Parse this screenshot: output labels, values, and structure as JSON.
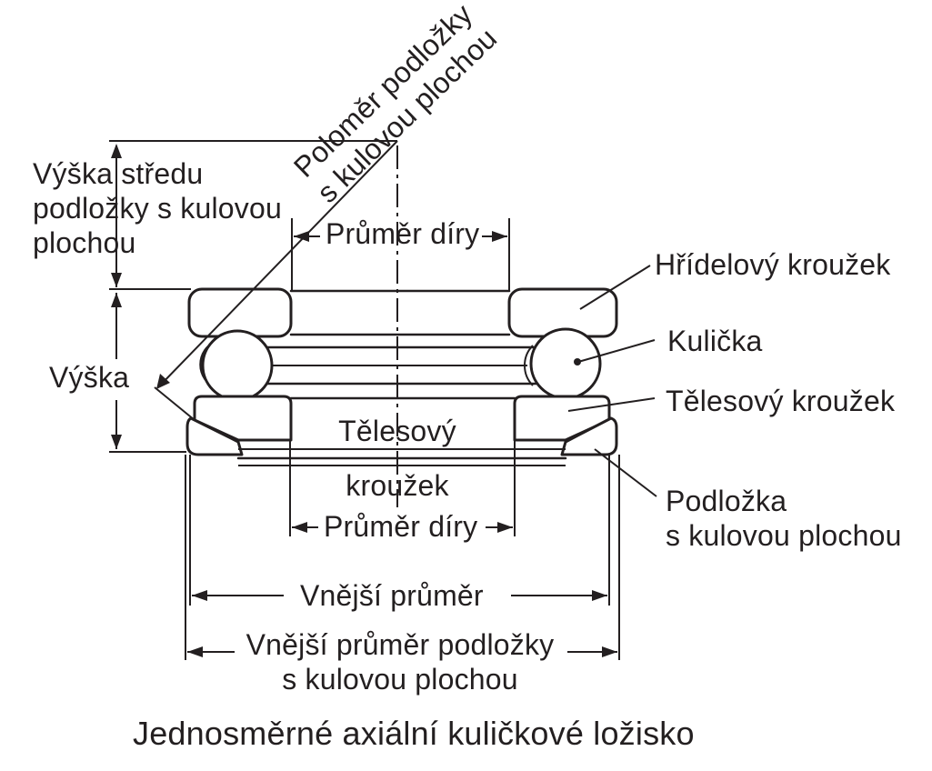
{
  "labels": {
    "radius_line1": "Poloměr podložky",
    "radius_line2": "s kulovou plochou",
    "center_height_line1": "Výška středu",
    "center_height_line2": "podložky s kulovou",
    "center_height_line3": "plochou",
    "bore_top": "Průměr díry",
    "shaft_ring": "Hřídelový kroužek",
    "ball": "Kulička",
    "height": "Výška",
    "housing_ring_right": "Tělesový kroužek",
    "housing_ring_center_line1": "Tělesový",
    "housing_ring_center_line2": "kroužek",
    "seat_washer_line1": "Podložka",
    "seat_washer_line2": "s kulovou plochou",
    "bore_bottom": "Průměr díry",
    "outer_diameter": "Vnější průměr",
    "seat_outer_line1": "Vnější průměr podložky",
    "seat_outer_line2": "s kulovou plochou"
  },
  "title": "Jednosměrné axiální kuličkové ložisko"
}
